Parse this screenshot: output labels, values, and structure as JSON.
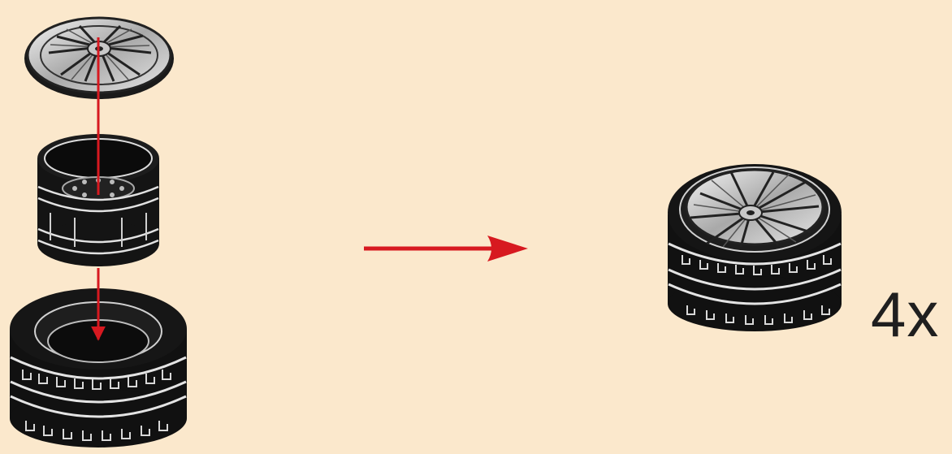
{
  "diagram": {
    "quantity_label": "4x",
    "parts": [
      {
        "name": "hub-cap",
        "icon": "hubcap-icon"
      },
      {
        "name": "rim",
        "icon": "rim-icon"
      },
      {
        "name": "tire",
        "icon": "tire-icon"
      }
    ],
    "result": {
      "name": "assembled-wheel",
      "icon": "wheel-icon"
    }
  },
  "colors": {
    "background": "#fbe8cc",
    "arrow": "#d71920",
    "part_dark": "#141414",
    "part_light": "#d9d9d9"
  }
}
